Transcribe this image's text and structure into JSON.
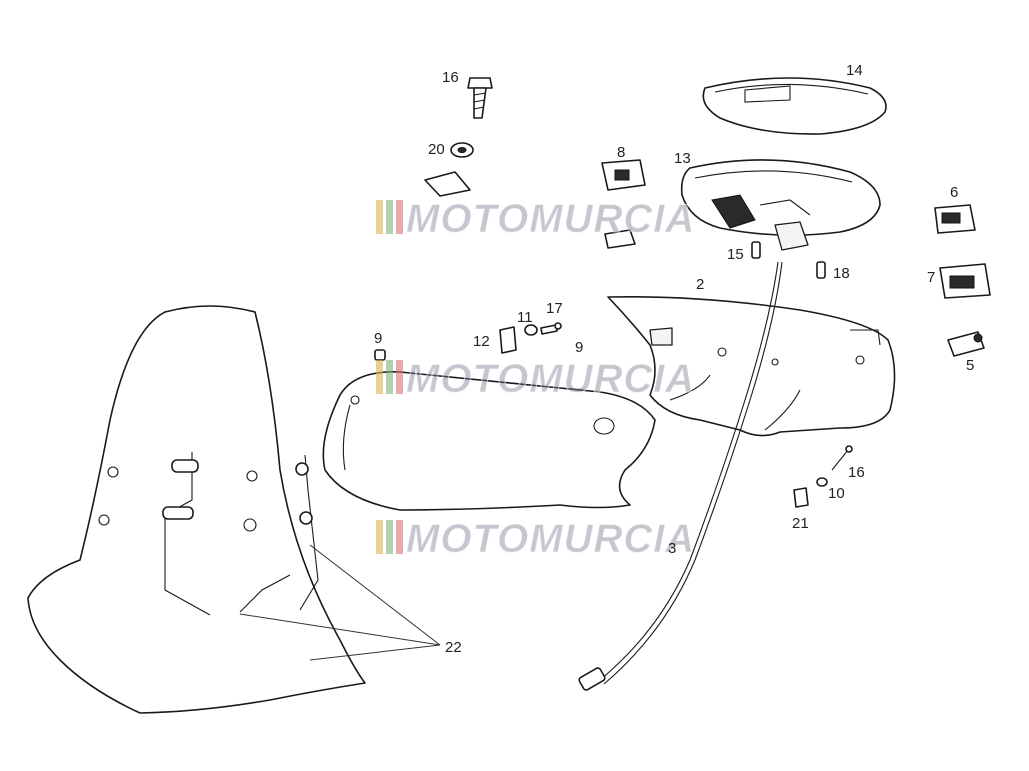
{
  "watermark": {
    "text": "MOTOMURCIA",
    "stripe_colors": [
      "#d9b24a",
      "#7fb27f",
      "#d97070"
    ]
  },
  "callouts": {
    "c16a": "16",
    "c20": "20",
    "c8": "8",
    "c13": "13",
    "c14": "14",
    "c6": "6",
    "c7": "7",
    "c5": "5",
    "c15": "15",
    "c18": "18",
    "c2": "2",
    "c17": "17",
    "c11": "11",
    "c12": "12",
    "c9a": "9",
    "c9b": "9",
    "c16b": "16",
    "c10": "10",
    "c21": "21",
    "c3": "3",
    "c22": "22"
  }
}
